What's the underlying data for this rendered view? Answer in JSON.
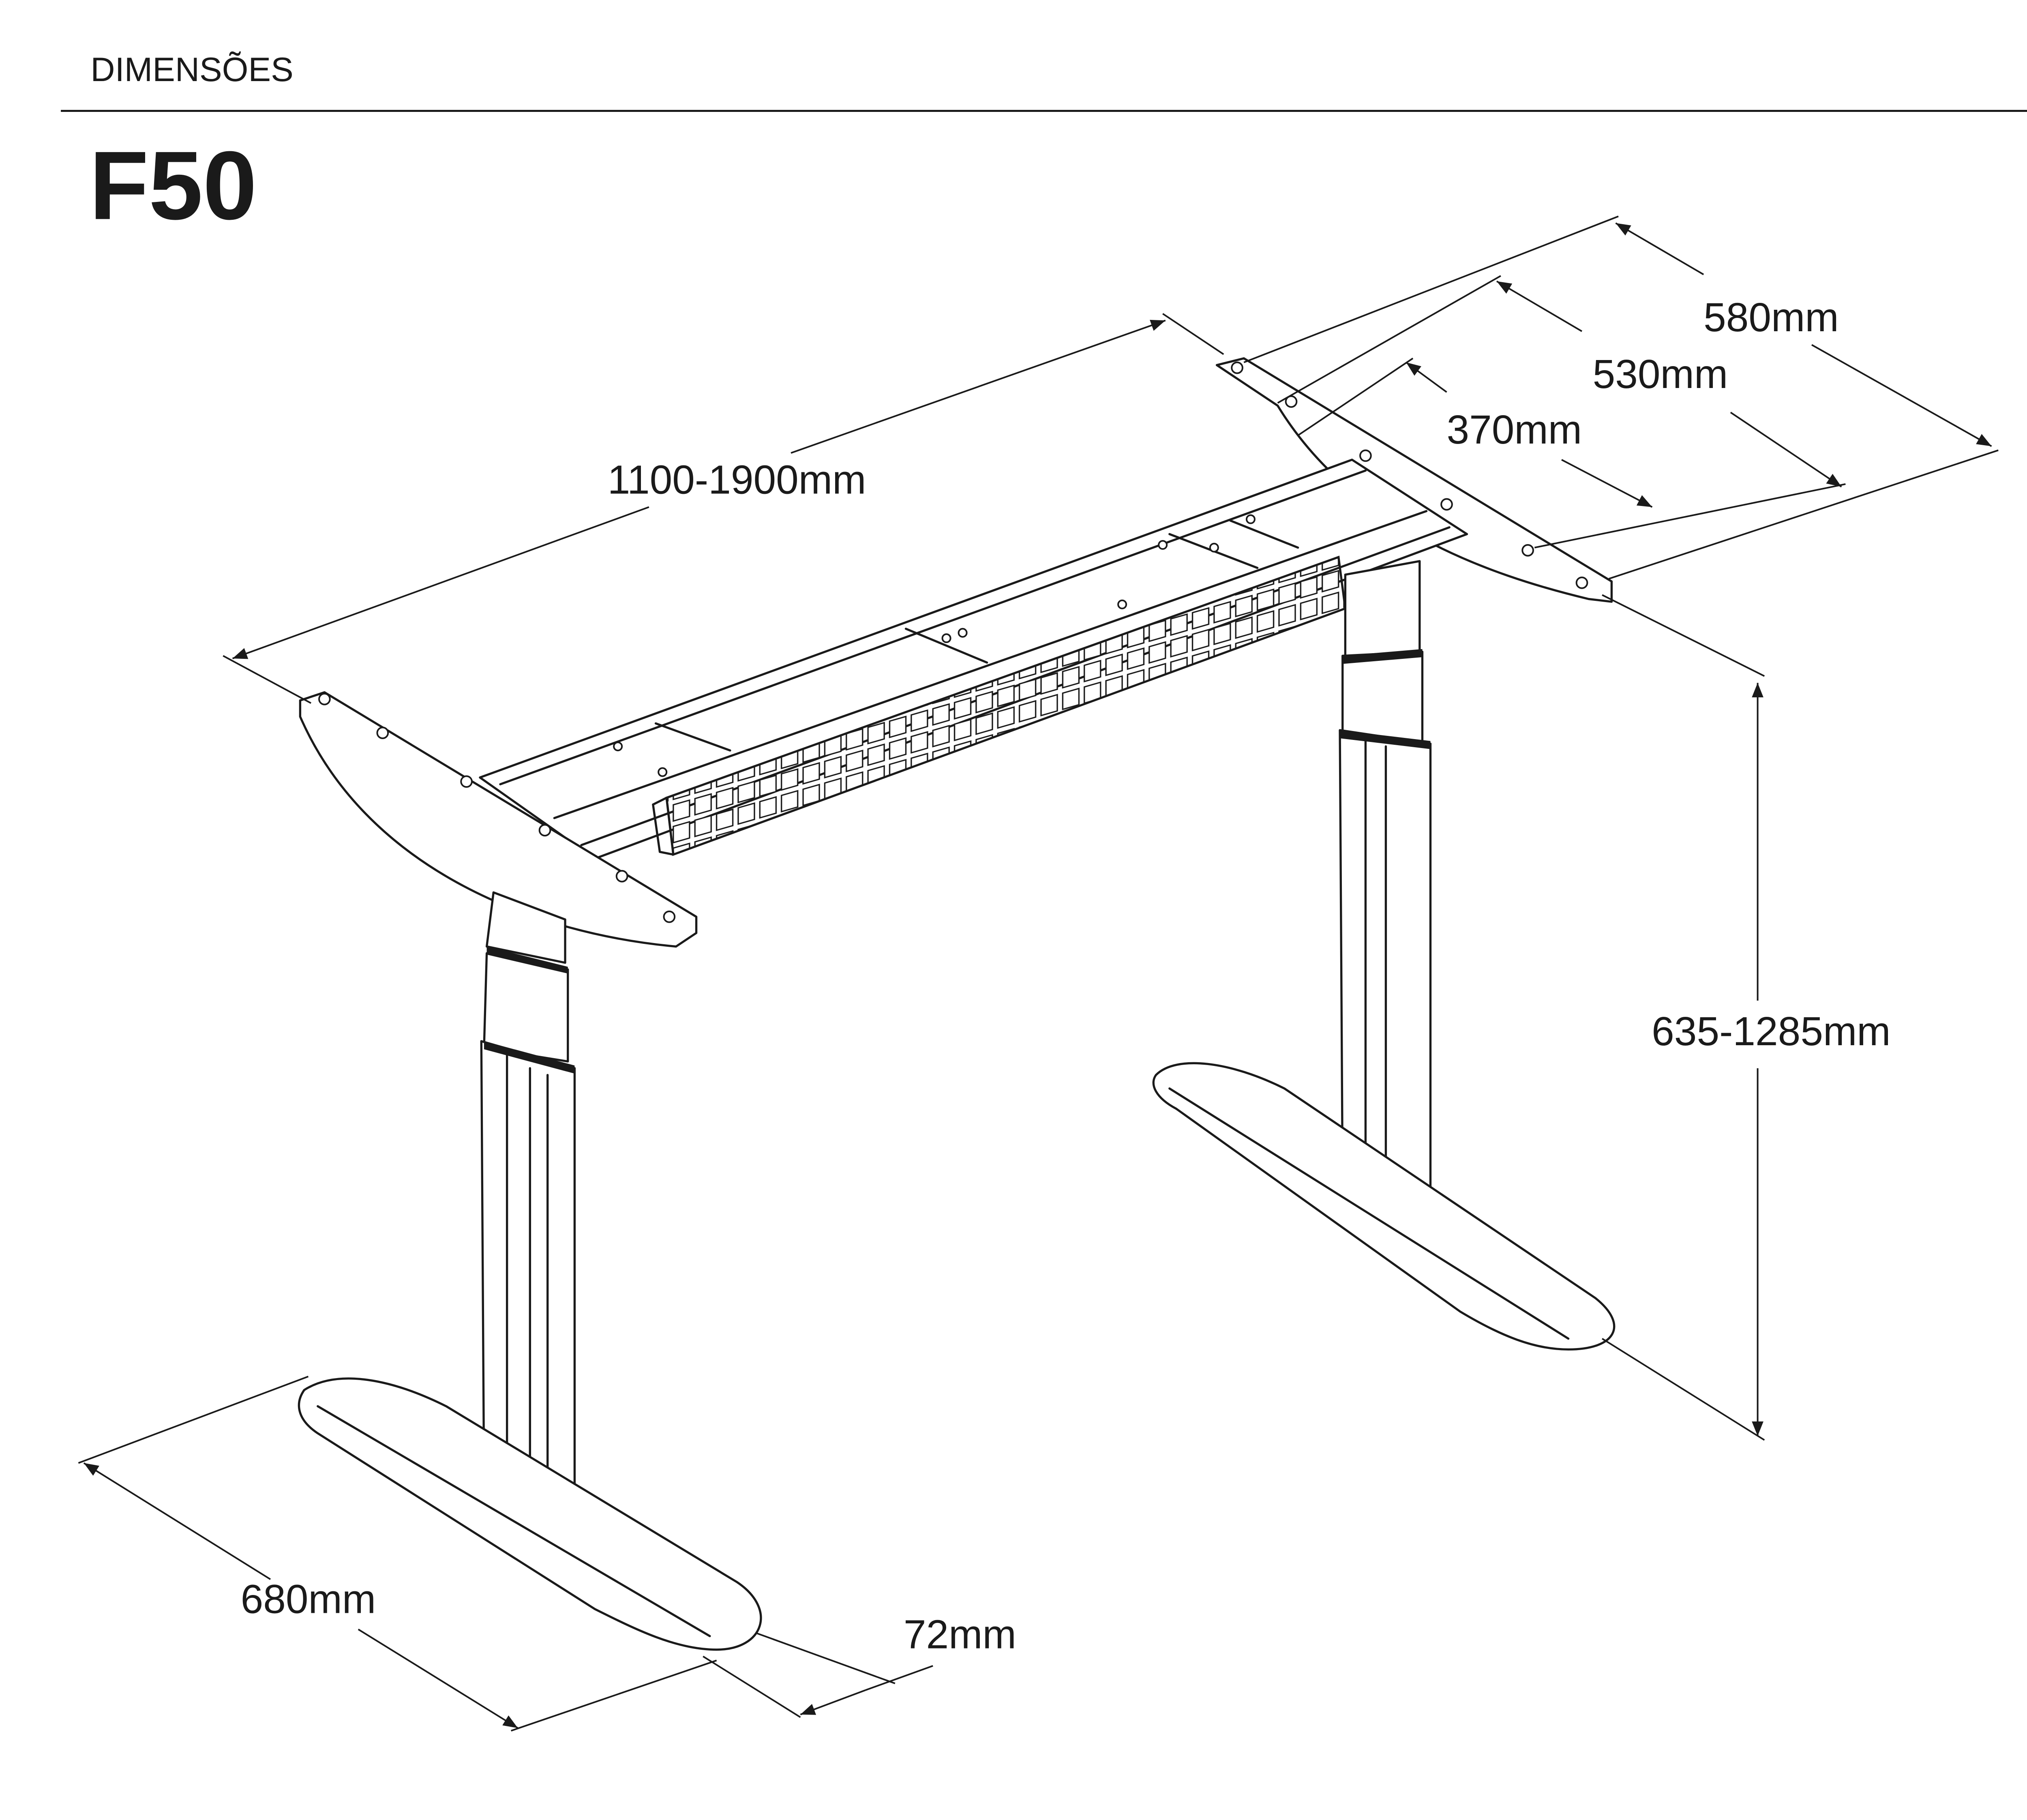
{
  "header": {
    "section": "DIMENSÕES",
    "model": "F50"
  },
  "dimensions": {
    "width": "1100-1900mm",
    "depth_outer": "580mm",
    "depth_mid": "530mm",
    "depth_inner": "370mm",
    "height": "635-1285mm",
    "foot_length": "680mm",
    "foot_width": "72mm"
  }
}
